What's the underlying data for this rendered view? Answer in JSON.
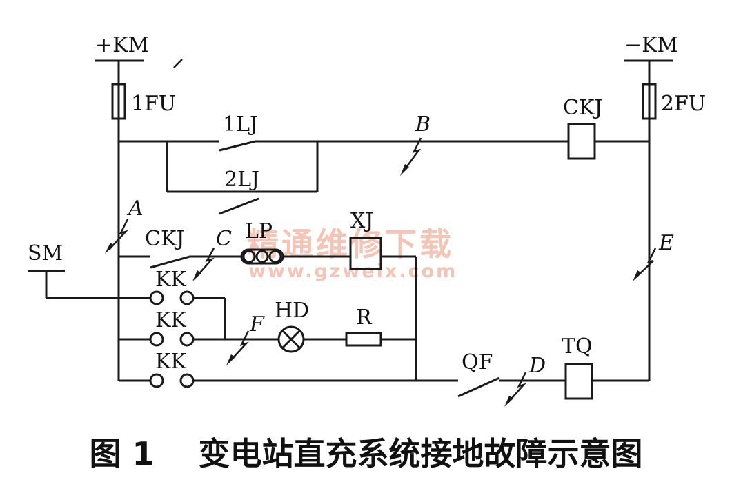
{
  "diagram": {
    "labels": {
      "pos_bus": "+KM",
      "neg_bus": "−KM",
      "fuse1": "1FU",
      "fuse2": "2FU",
      "relay1": "1LJ",
      "relay2": "2LJ",
      "ckj_coil": "CKJ",
      "ckj_contact": "CKJ",
      "sm": "SM",
      "lp": "LP",
      "xj": "XJ",
      "kk1": "KK",
      "kk2": "KK",
      "kk3": "KK",
      "hd": "HD",
      "r": "R",
      "qf": "QF",
      "tq": "TQ"
    },
    "faults": {
      "a": "A",
      "b": "B",
      "c": "C",
      "d": "D",
      "e": "E",
      "f": "F"
    },
    "watermark": {
      "cn": "精通维修下载",
      "url": "www.gzweix.com"
    },
    "caption": "图 1    变电站直充系统接地故障示意图"
  }
}
